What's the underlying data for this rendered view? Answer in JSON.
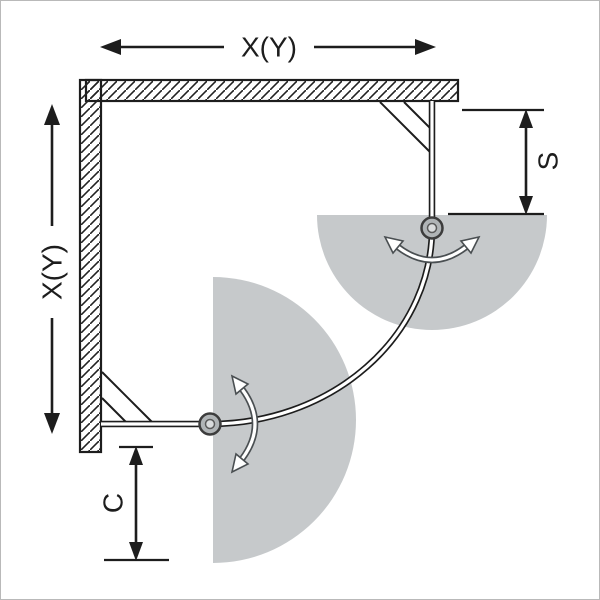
{
  "diagram": {
    "labels": {
      "top_width": "X(Y)",
      "left_height": "X(Y)",
      "side_offset": "S",
      "bottom_clearance": "C"
    },
    "colors": {
      "line": "#1d1d1d",
      "swing_area": "#c6c9cb",
      "pivot_outer": "#b0b4b6",
      "pivot_inner": "#dadcdd",
      "arrow_outline": "#4a4f52",
      "page_border": "#b9b9b9"
    }
  }
}
